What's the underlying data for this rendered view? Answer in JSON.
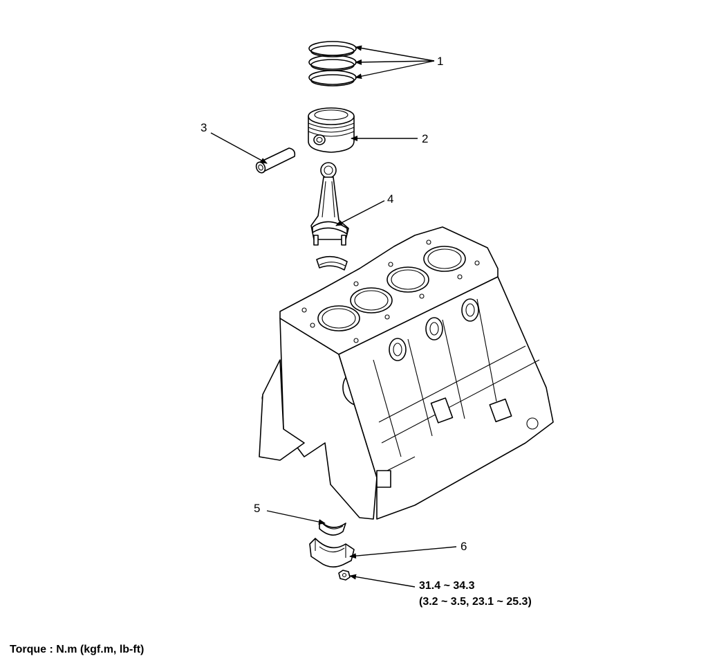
{
  "callouts": {
    "c1": "1",
    "c2": "2",
    "c3": "3",
    "c4": "4",
    "c5": "5",
    "c6": "6"
  },
  "torque": {
    "value_nm": "31.4 ~ 34.3",
    "value_alt": "(3.2 ~ 3.5, 23.1 ~ 25.3)",
    "unit_note": "Torque : N.m (kgf.m, lb-ft)"
  },
  "parts": [
    {
      "callout": "1",
      "icon": "piston-rings-icon"
    },
    {
      "callout": "2",
      "icon": "piston-icon"
    },
    {
      "callout": "3",
      "icon": "piston-pin-icon"
    },
    {
      "callout": "4",
      "icon": "connecting-rod-icon"
    },
    {
      "callout": "5",
      "icon": "bearing-shell-icon"
    },
    {
      "callout": "6",
      "icon": "bearing-cap-icon"
    }
  ]
}
